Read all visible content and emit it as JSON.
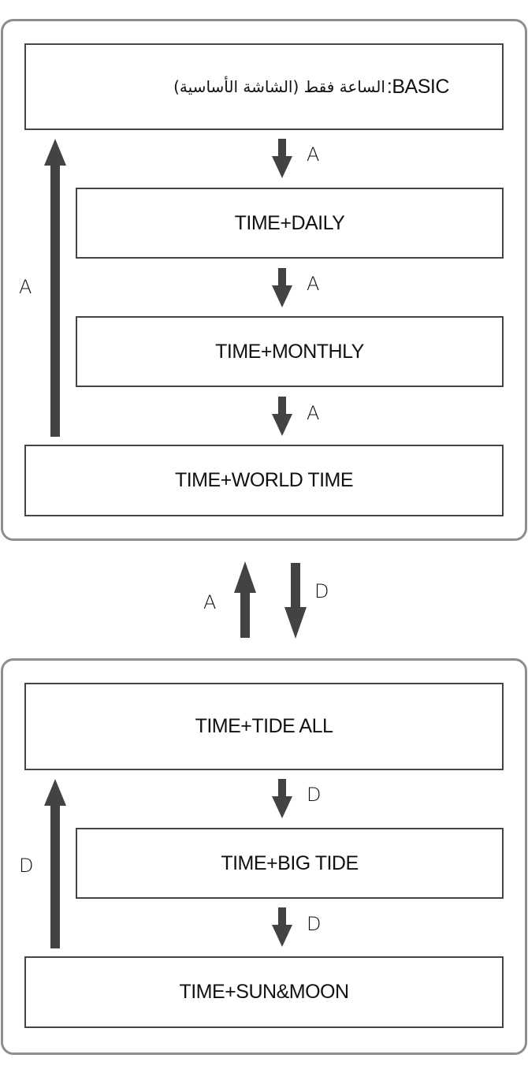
{
  "groups": {
    "top": {
      "states": [
        {
          "label": "BASIC: الساعة فقط (الشاشة الأساسية)",
          "label_latin": "BASIC",
          "label_arabic": "الساعة فقط (الشاشة الأساسية)"
        },
        {
          "label": "TIME+DAILY"
        },
        {
          "label": "TIME+MONTHLY"
        },
        {
          "label": "TIME+WORLD TIME"
        }
      ],
      "step_button": "A",
      "return_button": "A"
    },
    "bottom": {
      "states": [
        {
          "label": "TIME+TIDE ALL"
        },
        {
          "label": "TIME+BIG TIDE"
        },
        {
          "label": "TIME+SUN&MOON"
        }
      ],
      "step_button": "D",
      "return_button": "D"
    }
  },
  "between": {
    "up_button": "A",
    "down_button": "D"
  },
  "colors": {
    "arrow": "#434343",
    "group_border": "#8e8e8e",
    "box_border": "#454545"
  }
}
